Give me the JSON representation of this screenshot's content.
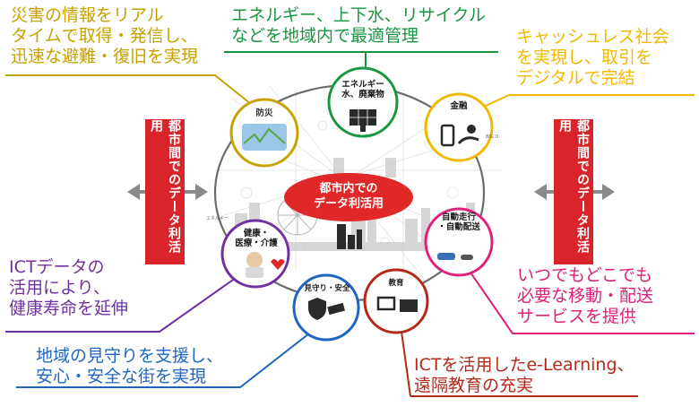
{
  "captions": {
    "disaster": [
      "災害の情報をリアル",
      "タイムで取得・発信し、",
      "迅速な避難・復旧を実現"
    ],
    "energy": [
      "エネルギー、上下水、リサイクル",
      "などを地域内で最適管理"
    ],
    "finance": [
      "キャッシュレス社会",
      "を実現し、取引を",
      "デジタルで完結"
    ],
    "health": [
      "ICTデータの",
      "活用により、",
      "健康寿命を延伸"
    ],
    "safety": [
      "地域の見守りを支援し、",
      "安心・安全な街を実現"
    ],
    "education": [
      "ICTを活用したe-Learning、",
      "遠隔教育の充実"
    ],
    "mobility": [
      "いつでもどこでも",
      "必要な移動・配送",
      "サービスを提供"
    ]
  },
  "nodes": {
    "disaster": "防災",
    "energy": [
      "エネルギー",
      "水、廃棄物"
    ],
    "finance": "金融",
    "health": [
      "健康・",
      "医療・介護"
    ],
    "safety": "見守り・安全",
    "education": "教育",
    "mobility": [
      "自動走行",
      "・自動配送"
    ]
  },
  "center": [
    "都市内での",
    "データ利活用"
  ],
  "banners": {
    "left": "都市間でのデータ利活用",
    "right": "都市間でのデータ利活用"
  },
  "background_tags": {
    "big_data": "BIG D",
    "energy_small": "エネルギー"
  },
  "colors": {
    "disaster": "#c8a000",
    "energy": "#1a9640",
    "finance": "#f2b800",
    "health": "#7030a0",
    "safety": "#1f66c2",
    "education": "#b32a1a",
    "mobility": "#e0207a",
    "banner": "#d9252a",
    "center_ellipse": "#e02828"
  }
}
